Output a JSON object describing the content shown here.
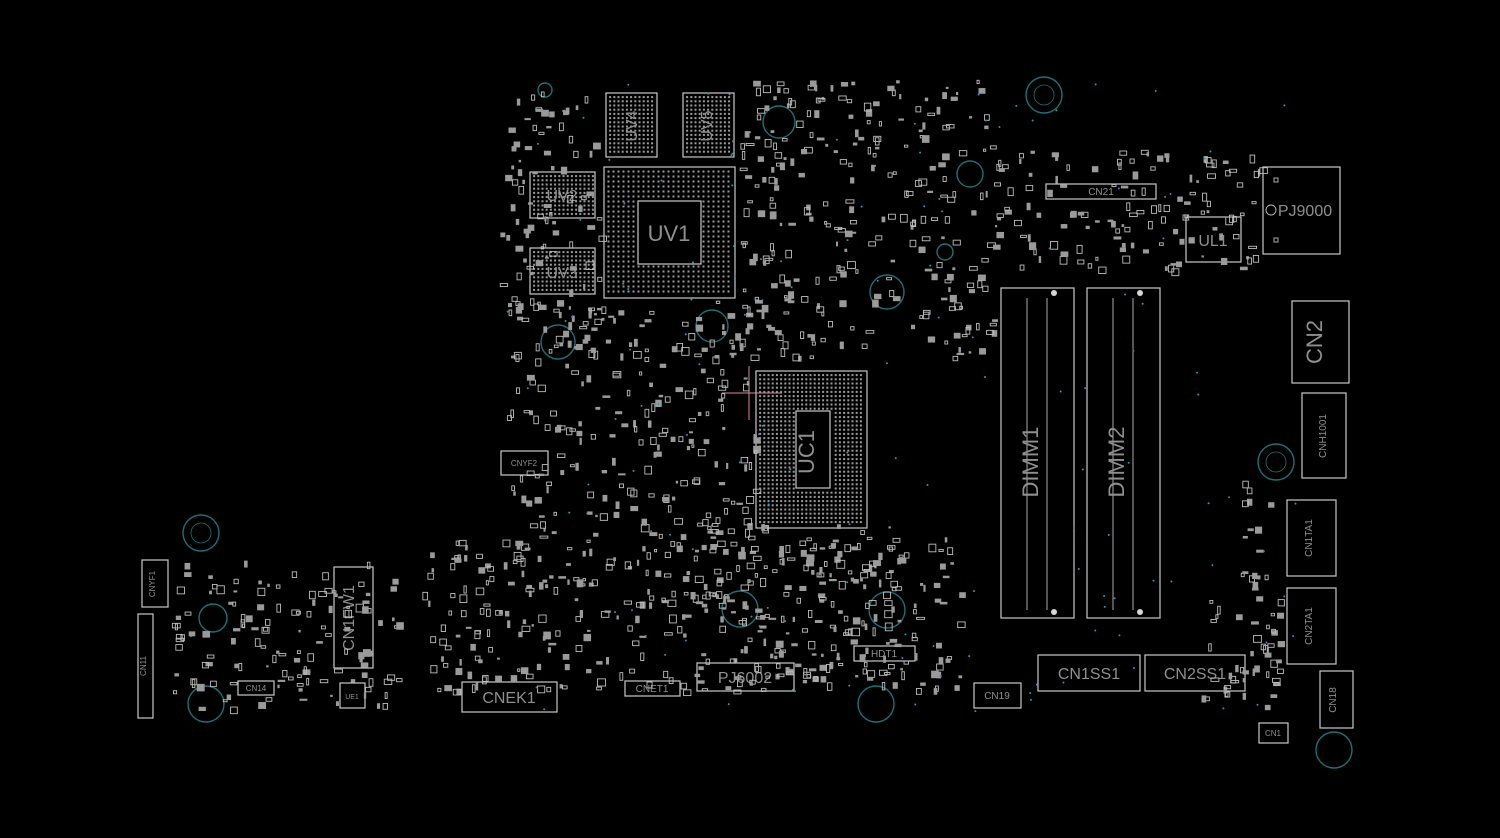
{
  "board": {
    "background": "#000000",
    "silkscreen_color": "#c9c9c9",
    "label_color": "#8f8f8f",
    "mounting_hole_color": "#1f6f78",
    "cursor_color": "#d68a9a"
  },
  "components": {
    "uv1": "UV1",
    "uv2": "UV2",
    "uv3": "UV3",
    "uv4": "UV4",
    "uv5": "UV5",
    "uc1": "UC1",
    "dimm1": "DIMM1",
    "dimm2": "DIMM2",
    "cn21": "CN21",
    "pj9000": "PJ9000",
    "ul1": "UL1",
    "cn2": "CN2",
    "cnh1001": "CNH1001",
    "cn1ta1": "CN1TA1",
    "cn2ta1": "CN2TA1",
    "cn18": "CN18",
    "cn1": "CN1",
    "cn1ss1": "CN1SS1",
    "cn2ss1": "CN2SS1",
    "cn19": "CN19",
    "hdt1": "HDT1",
    "pj6002": "PJ6002",
    "cnet1": "CNET1",
    "cnek1": "CNEK1",
    "cn1fw1": "CN1FW1",
    "cnyf1": "CNYF1",
    "cnyf2": "CNYF2",
    "cn11": "CN11",
    "cn14": "CN14",
    "ue1": "UE1"
  }
}
